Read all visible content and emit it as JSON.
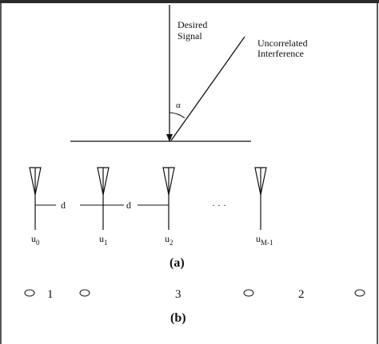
{
  "top_bar_color": "#2b2b2b",
  "ink_color": "#111111",
  "signal": {
    "desired_line1": "Desired",
    "desired_line2": "Signal",
    "interference_line1": "Uncorrelated",
    "interference_line2": "Interference",
    "angle_label": "α"
  },
  "array": {
    "spacing_label": "d",
    "ellipsis": "· · ·",
    "elements": [
      {
        "base": "u",
        "sub": "0"
      },
      {
        "base": "u",
        "sub": "1"
      },
      {
        "base": "u",
        "sub": "2"
      },
      {
        "base": "u",
        "sub": "M-1"
      }
    ]
  },
  "caption_a": "(a)",
  "caption_b": "(b)",
  "part_b_numbers": [
    "1",
    "3",
    "2"
  ]
}
